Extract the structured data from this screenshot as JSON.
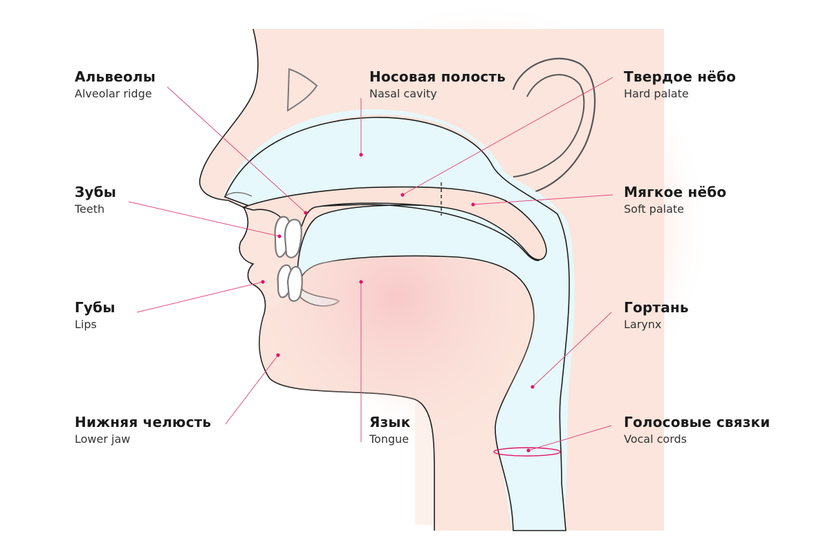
{
  "colors": {
    "skin": "#fbe3d9",
    "airway": "#e6f8fb",
    "outline": "#1e1e1e",
    "teeth": "#7a7a7a",
    "leader": "#e14b7f",
    "dot": "#e0166a"
  },
  "labels": [
    {
      "id": "alveolar-ridge",
      "ru": "Альвеолы",
      "en": "Alveolar ridge"
    },
    {
      "id": "nasal-cavity",
      "ru": "Носовая полость",
      "en": "Nasal cavity"
    },
    {
      "id": "hard-palate",
      "ru": "Твердое нёбо",
      "en": "Hard palate"
    },
    {
      "id": "teeth",
      "ru": "Зубы",
      "en": "Teeth"
    },
    {
      "id": "soft-palate",
      "ru": "Мягкое нёбо",
      "en": "Soft palate"
    },
    {
      "id": "lips",
      "ru": "Губы",
      "en": "Lips"
    },
    {
      "id": "larynx",
      "ru": "Гортань",
      "en": "Larynx"
    },
    {
      "id": "lower-jaw",
      "ru": "Нижняя челюсть",
      "en": "Lower jaw"
    },
    {
      "id": "tongue",
      "ru": "Язык",
      "en": "Tongue"
    },
    {
      "id": "vocal-cords",
      "ru": "Голосовые связки",
      "en": "Vocal cords"
    }
  ]
}
